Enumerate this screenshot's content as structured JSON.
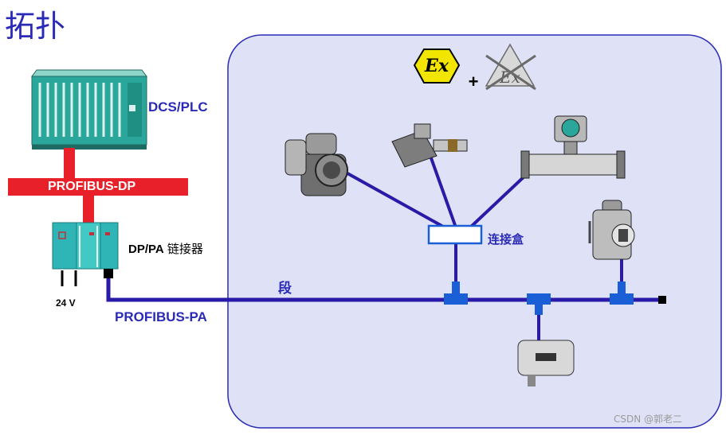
{
  "title": "拓扑",
  "labels": {
    "dcs_plc": "DCS/PLC",
    "profibus_dp": "PROFIBUS-DP",
    "coupler_prefix": "DP/PA",
    "coupler_suffix": "链接器",
    "voltage": "24 V",
    "profibus_pa": "PROFIBUS-PA",
    "segment": "段",
    "junction_box": "连接盒",
    "ex_symbol": "Ex",
    "plus": "+",
    "watermark": "CSDN @郭老二"
  },
  "colors": {
    "title": "#2a2ab8",
    "bus_line": "#2a1aa8",
    "dp_bus": "#e8202a",
    "hazard_zone_fill": "#dfe2f7",
    "hazard_zone_border": "#2a2ab8",
    "tee": "#1a5fd6",
    "ex_badge": "#f2e600",
    "plc_cabinet": "#2aa79a"
  },
  "icons": [
    "ex-explosion-protection-icon",
    "no-ex-crossed-icon",
    "dcs-plc-cabinet-icon",
    "dp-pa-coupler-icon",
    "pump-valve-icon",
    "level-sensor-icon",
    "flowmeter-icon",
    "pressure-transmitter-icon",
    "field-device-icon"
  ]
}
